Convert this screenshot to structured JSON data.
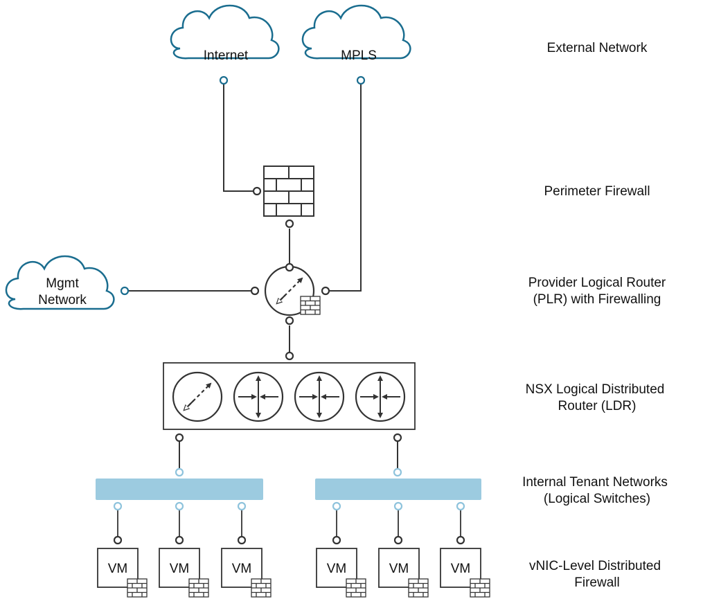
{
  "clouds": {
    "internet": "Internet",
    "mpls": "MPLS",
    "mgmt_line1": "Mgmt",
    "mgmt_line2": "Network"
  },
  "layers": {
    "external": "External Network",
    "perimeter": "Perimeter Firewall",
    "plr_line1": "Provider Logical Router",
    "plr_line2": "(PLR) with Firewalling",
    "ldr_line1": "NSX Logical Distributed",
    "ldr_line2": "Router (LDR)",
    "tenant_line1": "Internal Tenant Networks",
    "tenant_line2": "(Logical Switches)",
    "vnic_line1": "vNIC-Level Distributed",
    "vnic_line2": "Firewall"
  },
  "vm_label": "VM",
  "vms": [
    "VM",
    "VM",
    "VM",
    "VM",
    "VM",
    "VM"
  ],
  "colors": {
    "cloud_stroke": "#1a6d8f",
    "switch_fill": "#9ccbe0",
    "line": "#333333"
  }
}
